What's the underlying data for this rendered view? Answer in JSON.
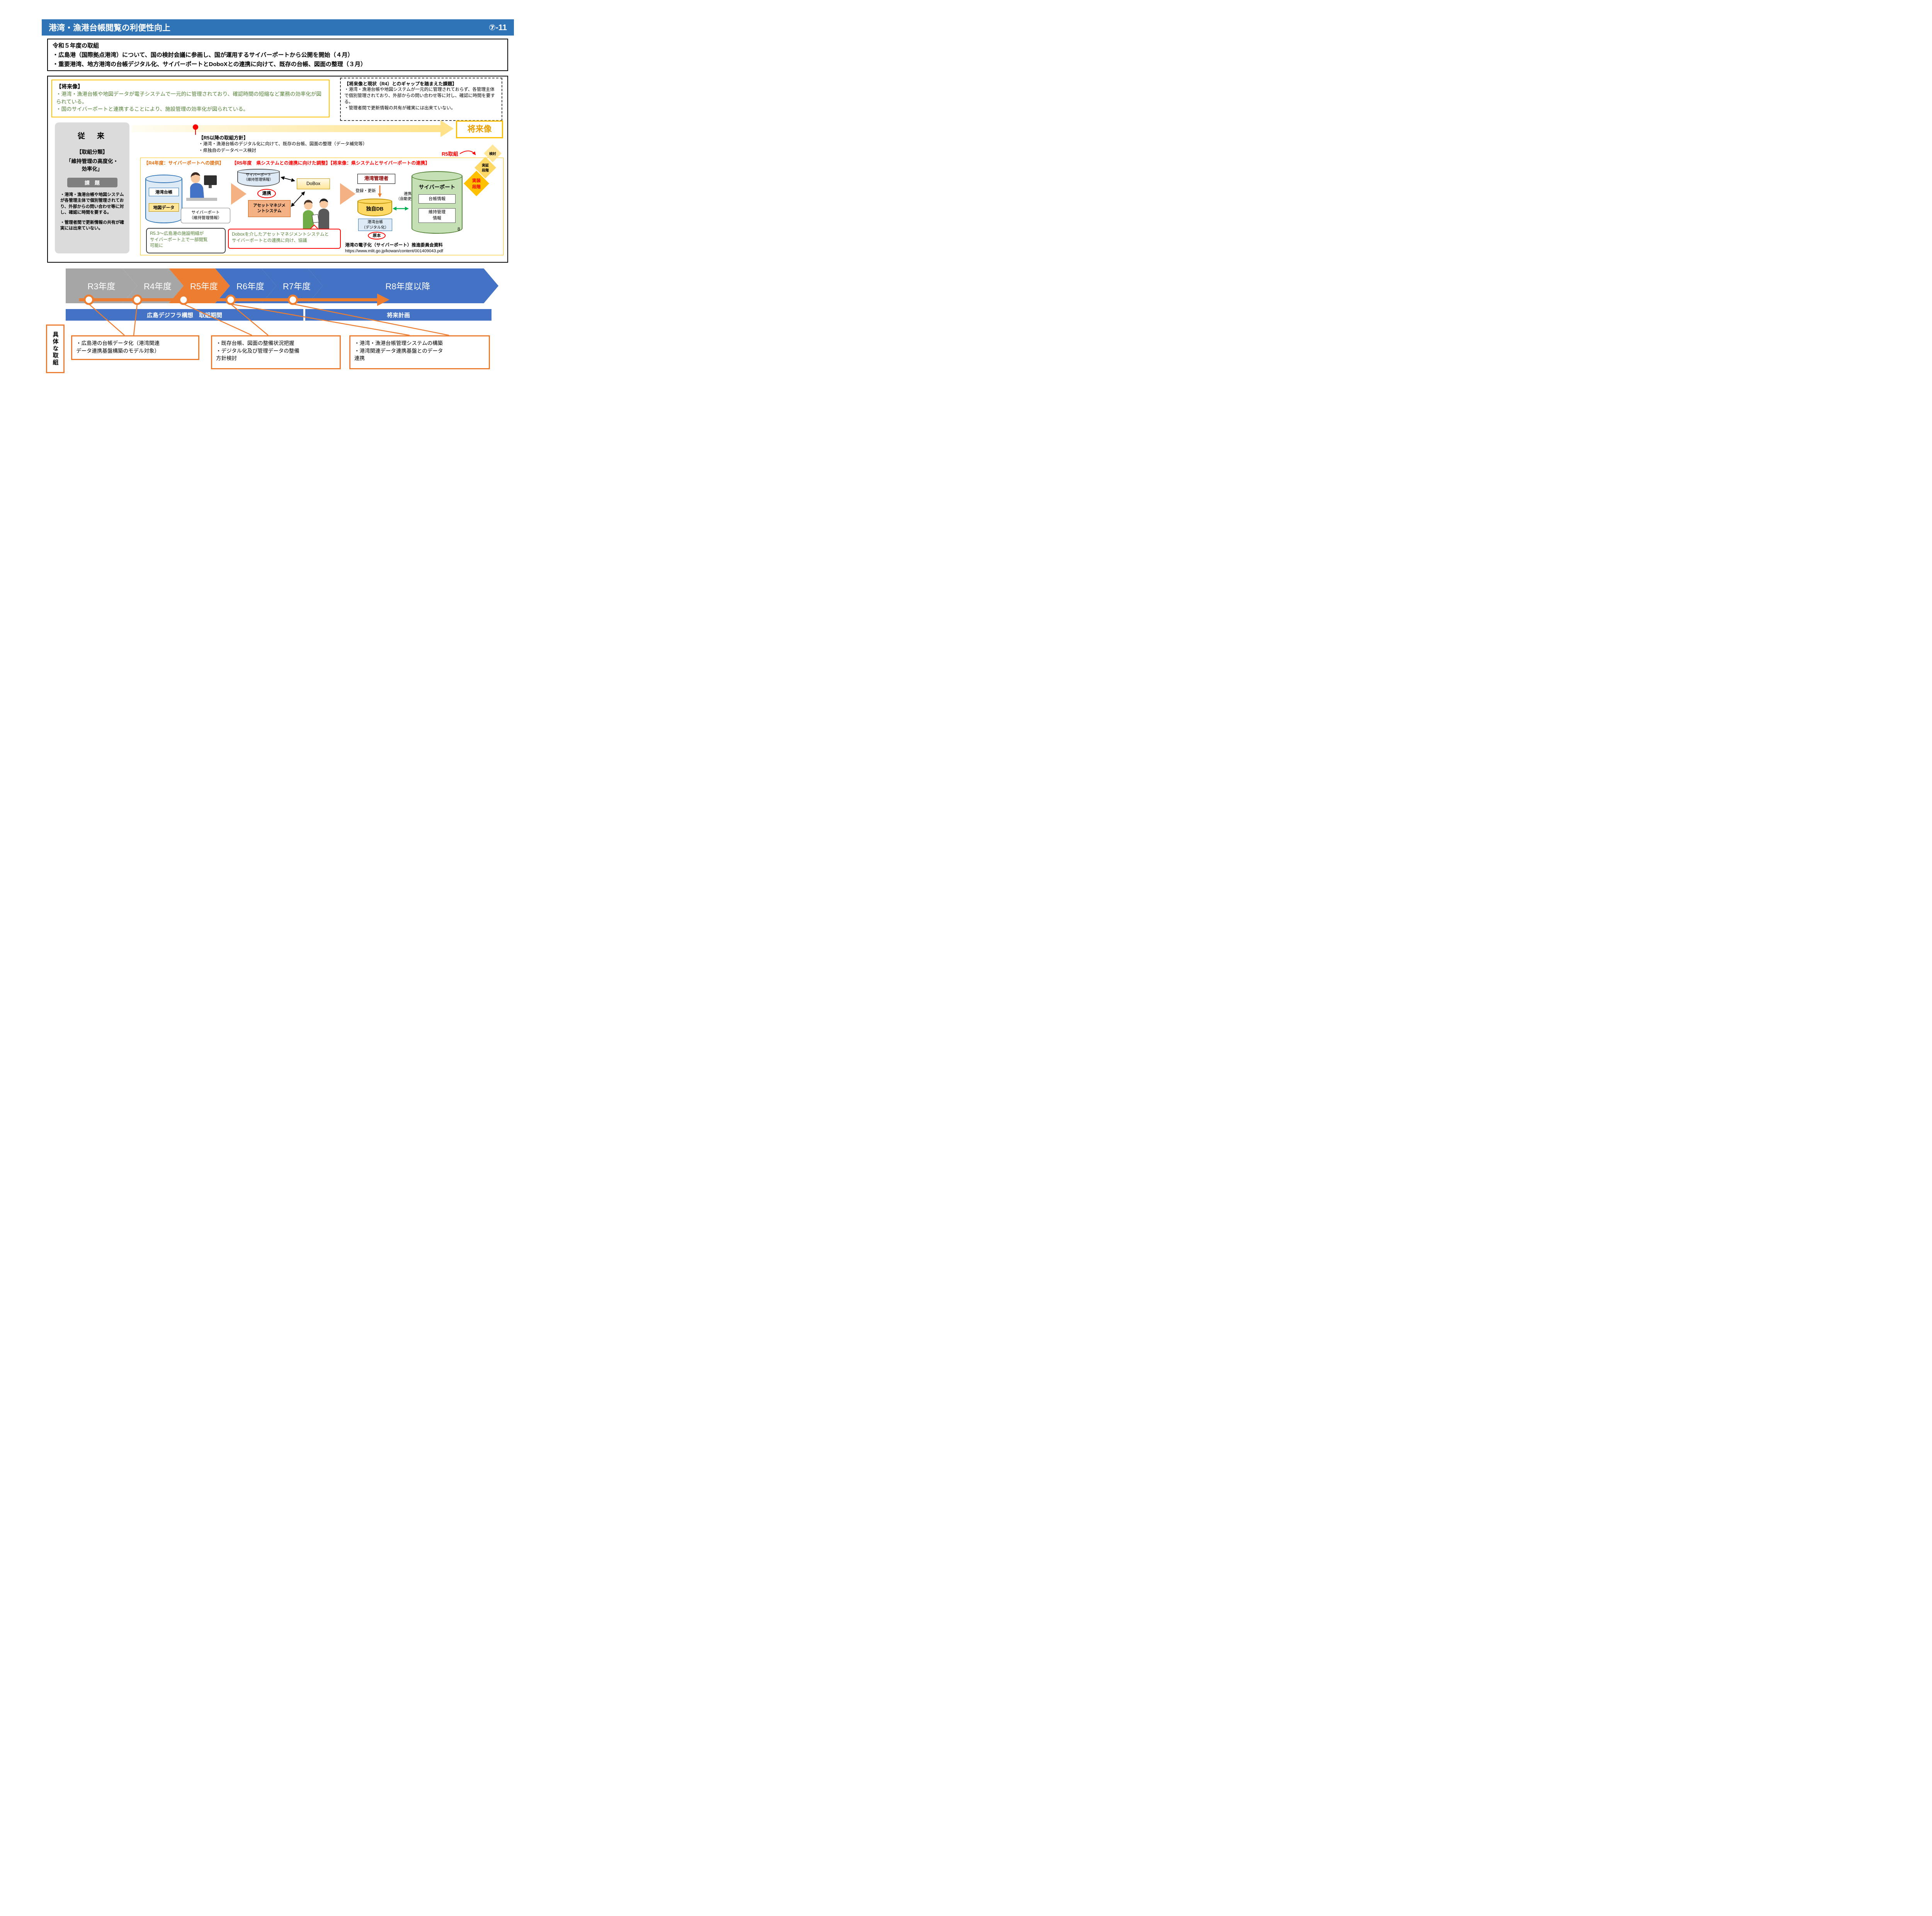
{
  "colors": {
    "header_blue": "#2E74B6",
    "timeline_blue": "#4472C4",
    "timeline_gray": "#A6A6A6",
    "accent_orange": "#ED7D31",
    "accent_yellow": "#FFC000",
    "text_green": "#538135",
    "text_red": "#FF0000",
    "cyberport_green": "#C5E0B4"
  },
  "header": {
    "title": "港湾・漁港台帳閲覧の利便性向上",
    "page_no": "⑦-11"
  },
  "summary": {
    "title": "令和５年度の取組",
    "lines": [
      "・広島港（国際拠点港湾）について、国の検討会議に参画し、国が運用するサイバーポートから公開を開始（４月）",
      "・重要港湾、地方港湾の台帳デジタル化、サイバーポートとDoboXとの連携に向けて、既存の台帳、図面の整理（３月）"
    ]
  },
  "future_vision": {
    "title": "【将来像】",
    "lines": [
      "・港湾・漁港台帳や地図データが電子システムで一元的に管理されており、確認時間の短縮など業務の効率化が図られている。",
      "・国のサイバーポートと連携することにより、施設管理の効率化が図られている。"
    ]
  },
  "gap_box": {
    "title": "【将来像と現状（R4）とのギャップを踏まえた課題】",
    "lines": [
      "・港湾・漁港台帳や地図システムが一元的に管理されておらず、各管理主体で個別管理されており、外部からの問い合わせ等に対し、確認に時間を要する。",
      "・管理者間で更新情報の共有が確実には出来ていない。"
    ]
  },
  "conventional": {
    "title": "従　来",
    "category_label": "【取組分類】",
    "category": "「維持管理の高度化・\n効率化」",
    "issue_label": "課　題",
    "issues": [
      "・港湾・漁港台帳や地図システムが各管理主体で個別管理されており、外部からの問い合わせ等に対し、確認に時間を要する。",
      "・管理者間で更新情報の共有が確実には出来ていない。"
    ]
  },
  "future_arrow_label": "将来像",
  "r5_policy": {
    "title": "【R5以降の取組方針】",
    "lines": [
      "・港湾・漁港台帳のデジタル化に向けて、既存の台帳、図面の整理（データ補完等）",
      "・県独自のデータベース検討"
    ]
  },
  "diagram": {
    "stage_r4": "【R4年度：サイバーポートへの提供】",
    "stage_r5": "【R5年度　県システムとの連携に向けた調整】",
    "stage_future": "【将来像：県システムとサイバーポートの連携】",
    "port_ledger": "港湾台帳",
    "map_data": "地図データ",
    "cyberport_callout": "サイバーポート\n（維持管理情報）",
    "cyberport_db": "サイバーポート\n（維持管理情報）",
    "link_label": "連携",
    "dobox": "DoBox",
    "asset_system": "アセットマネジメ\nントシステム",
    "port_manager": "港湾管理者",
    "register_update": "登録・更新",
    "own_db": "独自DB",
    "link_auto": "連携\n（自動更新）",
    "ledger_digital": "港湾台帳\n（デジタル化）",
    "original_label": "原本",
    "cyberport_main": "サイバーポート",
    "ledger_info": "台帳情報",
    "maintenance_info": "維持管理\n情報",
    "page_ref": "8",
    "r5_tag": "R5取組",
    "steps": [
      "検討",
      "実証\n段階",
      "実装\n段階"
    ],
    "bubble_r53": "R5.3～広島港の施設明細が\nサイバーポート上で一部閲覧\n可能に",
    "bubble_dobox": "Doboxを介したアセットマネジメントシステムと\nサイバーポートとの連携に向け、協議",
    "source_note": "港湾の電子化（サイバーポート）推進委員会資料",
    "source_url": "https://www.mlit.go.jp/kowan/content/001409043.pdf"
  },
  "timeline": {
    "years": [
      "R3年度",
      "R4年度",
      "R5年度",
      "R6年度",
      "R7年度",
      "R8年度以降"
    ],
    "period_labels": [
      "広島デジフラ構想　取組期間",
      "将来計画"
    ]
  },
  "actions": {
    "side_label": "具体な取組",
    "items": [
      "・広島港の台帳データ化（港湾関連\nデータ連携基盤構築のモデル対象）",
      "・既存台帳、図面の整備状況把握\n・デジタル化及び管理データの整備\n方針検討",
      "・港湾・漁港台帳管理システムの構築\n・港湾関連データ連携基盤とのデータ\n連携"
    ]
  }
}
